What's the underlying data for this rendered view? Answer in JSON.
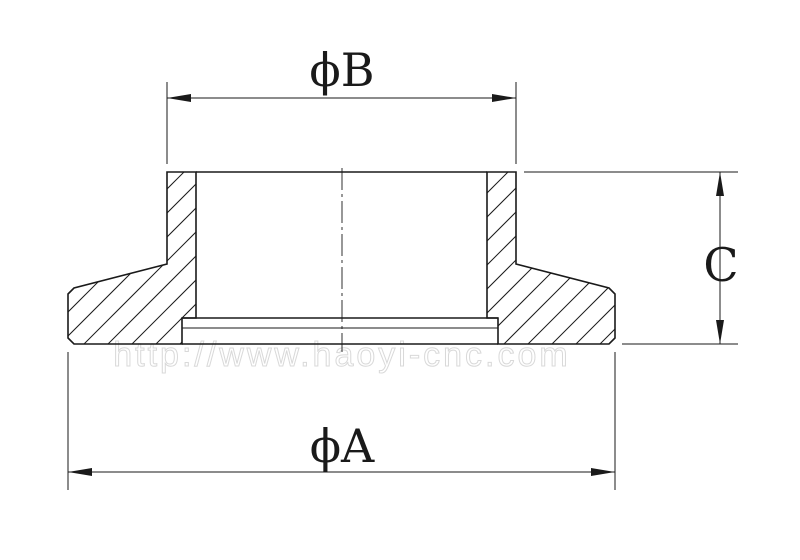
{
  "dimensions": {
    "diameter_b": "ϕB",
    "diameter_a": "ϕA",
    "height_c": "C"
  },
  "watermark": "http://www.haoyi-cnc.com"
}
